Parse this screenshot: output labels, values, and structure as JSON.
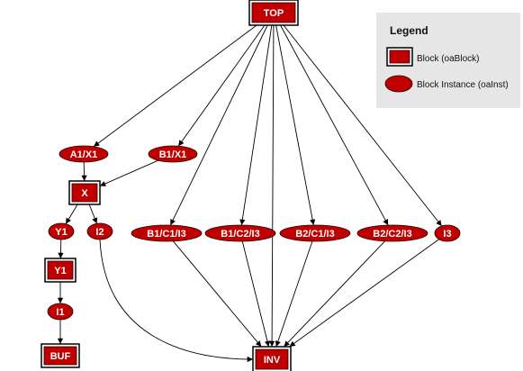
{
  "colors": {
    "node_fill": "#c00000",
    "node_stroke": "#2a0000",
    "block_outer_stroke": "#000000",
    "edge": "#000000",
    "legend_bg": "#e6e6e6",
    "label": "#ffffff"
  },
  "legend": {
    "title": "Legend",
    "block_label": "Block (oaBlock)",
    "instance_label": "Block Instance (oaInst)"
  },
  "nodes": {
    "top": {
      "label": "TOP",
      "kind": "block"
    },
    "x": {
      "label": "X",
      "kind": "block"
    },
    "y1b": {
      "label": "Y1",
      "kind": "block"
    },
    "buf": {
      "label": "BUF",
      "kind": "block"
    },
    "inv": {
      "label": "INV",
      "kind": "block"
    },
    "a1x1": {
      "label": "A1/X1",
      "kind": "instance"
    },
    "b1x1": {
      "label": "B1/X1",
      "kind": "instance"
    },
    "y1i": {
      "label": "Y1",
      "kind": "instance"
    },
    "i2": {
      "label": "I2",
      "kind": "instance"
    },
    "i1": {
      "label": "I1",
      "kind": "instance"
    },
    "b1c1i3": {
      "label": "B1/C1/I3",
      "kind": "instance"
    },
    "b1c2i3": {
      "label": "B1/C2/I3",
      "kind": "instance"
    },
    "b2c1i3": {
      "label": "B2/C1/I3",
      "kind": "instance"
    },
    "b2c2i3": {
      "label": "B2/C2/I3",
      "kind": "instance"
    },
    "i3": {
      "label": "I3",
      "kind": "instance"
    }
  },
  "edges": [
    [
      "top",
      "a1x1"
    ],
    [
      "top",
      "b1x1"
    ],
    [
      "top",
      "b1c1i3"
    ],
    [
      "top",
      "b1c2i3"
    ],
    [
      "top",
      "b2c1i3"
    ],
    [
      "top",
      "b2c2i3"
    ],
    [
      "top",
      "i3"
    ],
    [
      "top",
      "inv"
    ],
    [
      "a1x1",
      "x"
    ],
    [
      "b1x1",
      "x"
    ],
    [
      "x",
      "y1i"
    ],
    [
      "x",
      "i2"
    ],
    [
      "y1i",
      "y1b"
    ],
    [
      "y1b",
      "i1"
    ],
    [
      "i1",
      "buf"
    ],
    [
      "i2",
      "inv"
    ],
    [
      "b1c1i3",
      "inv"
    ],
    [
      "b1c2i3",
      "inv"
    ],
    [
      "b2c1i3",
      "inv"
    ],
    [
      "b2c2i3",
      "inv"
    ],
    [
      "i3",
      "inv"
    ]
  ]
}
